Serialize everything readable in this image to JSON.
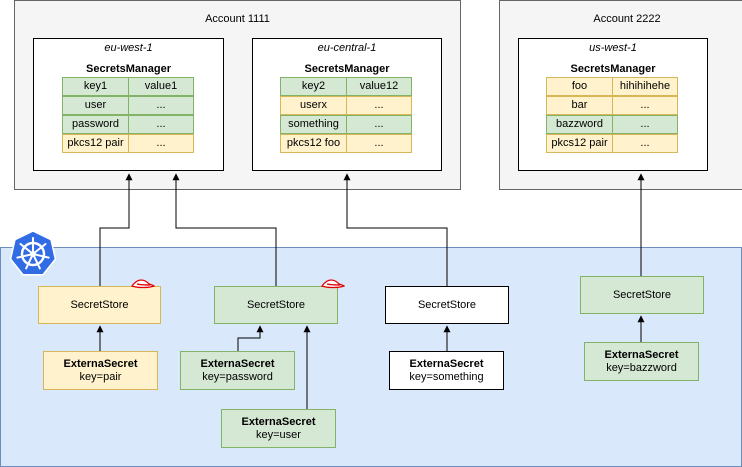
{
  "accounts": [
    {
      "title": "Account 1111"
    },
    {
      "title": "Account 2222"
    }
  ],
  "regions": [
    {
      "name": "eu-west-1",
      "service": "SecretsManager",
      "rows": [
        {
          "key": "key1",
          "value": "value1",
          "color": "green"
        },
        {
          "key": "user",
          "value": "...",
          "color": "green"
        },
        {
          "key": "password",
          "value": "...",
          "color": "green"
        },
        {
          "key": "pkcs12 pair",
          "value": "...",
          "color": "yellow"
        }
      ]
    },
    {
      "name": "eu-central-1",
      "service": "SecretsManager",
      "rows": [
        {
          "key": "key2",
          "value": "value12",
          "color": "green"
        },
        {
          "key": "userx",
          "value": "...",
          "color": "yellow"
        },
        {
          "key": "something",
          "value": "...",
          "color": "green"
        },
        {
          "key": "pkcs12 foo",
          "value": "...",
          "color": "yellow"
        }
      ]
    },
    {
      "name": "us-west-1",
      "service": "SecretsManager",
      "rows": [
        {
          "key": "foo",
          "value": "hihihihehe",
          "color": "yellow"
        },
        {
          "key": "bar",
          "value": "...",
          "color": "yellow"
        },
        {
          "key": "bazzword",
          "value": "...",
          "color": "green"
        },
        {
          "key": "pkcs12 pair",
          "value": "...",
          "color": "yellow"
        }
      ]
    }
  ],
  "secret_stores": [
    {
      "label": "SecretStore",
      "color": "yellow",
      "has_hat": true
    },
    {
      "label": "SecretStore",
      "color": "green",
      "has_hat": true
    },
    {
      "label": "SecretStore",
      "color": "white",
      "has_hat": false
    },
    {
      "label": "SecretStore",
      "color": "green",
      "has_hat": false
    }
  ],
  "external_secrets": [
    {
      "title": "ExternaSecret",
      "key": "key=pair",
      "color": "yellow"
    },
    {
      "title": "ExternaSecret",
      "key": "key=password",
      "color": "green"
    },
    {
      "title": "ExternaSecret",
      "key": "key=user",
      "color": "green"
    },
    {
      "title": "ExternaSecret",
      "key": "key=something",
      "color": "white"
    },
    {
      "title": "ExternaSecret",
      "key": "key=bazzword",
      "color": "green"
    }
  ],
  "colors": {
    "green_fill": "#d5e8d4",
    "green_stroke": "#82b366",
    "yellow_fill": "#fff2cc",
    "yellow_stroke": "#d6b656",
    "k8s_fill": "#dae8fc",
    "k8s_stroke": "#6c8ebf",
    "k8s_logo": "#326ce5",
    "hat": "#e00000"
  },
  "icons": {
    "k8s": "kubernetes-helm-wheel-icon",
    "hat": "red-hat-icon"
  }
}
